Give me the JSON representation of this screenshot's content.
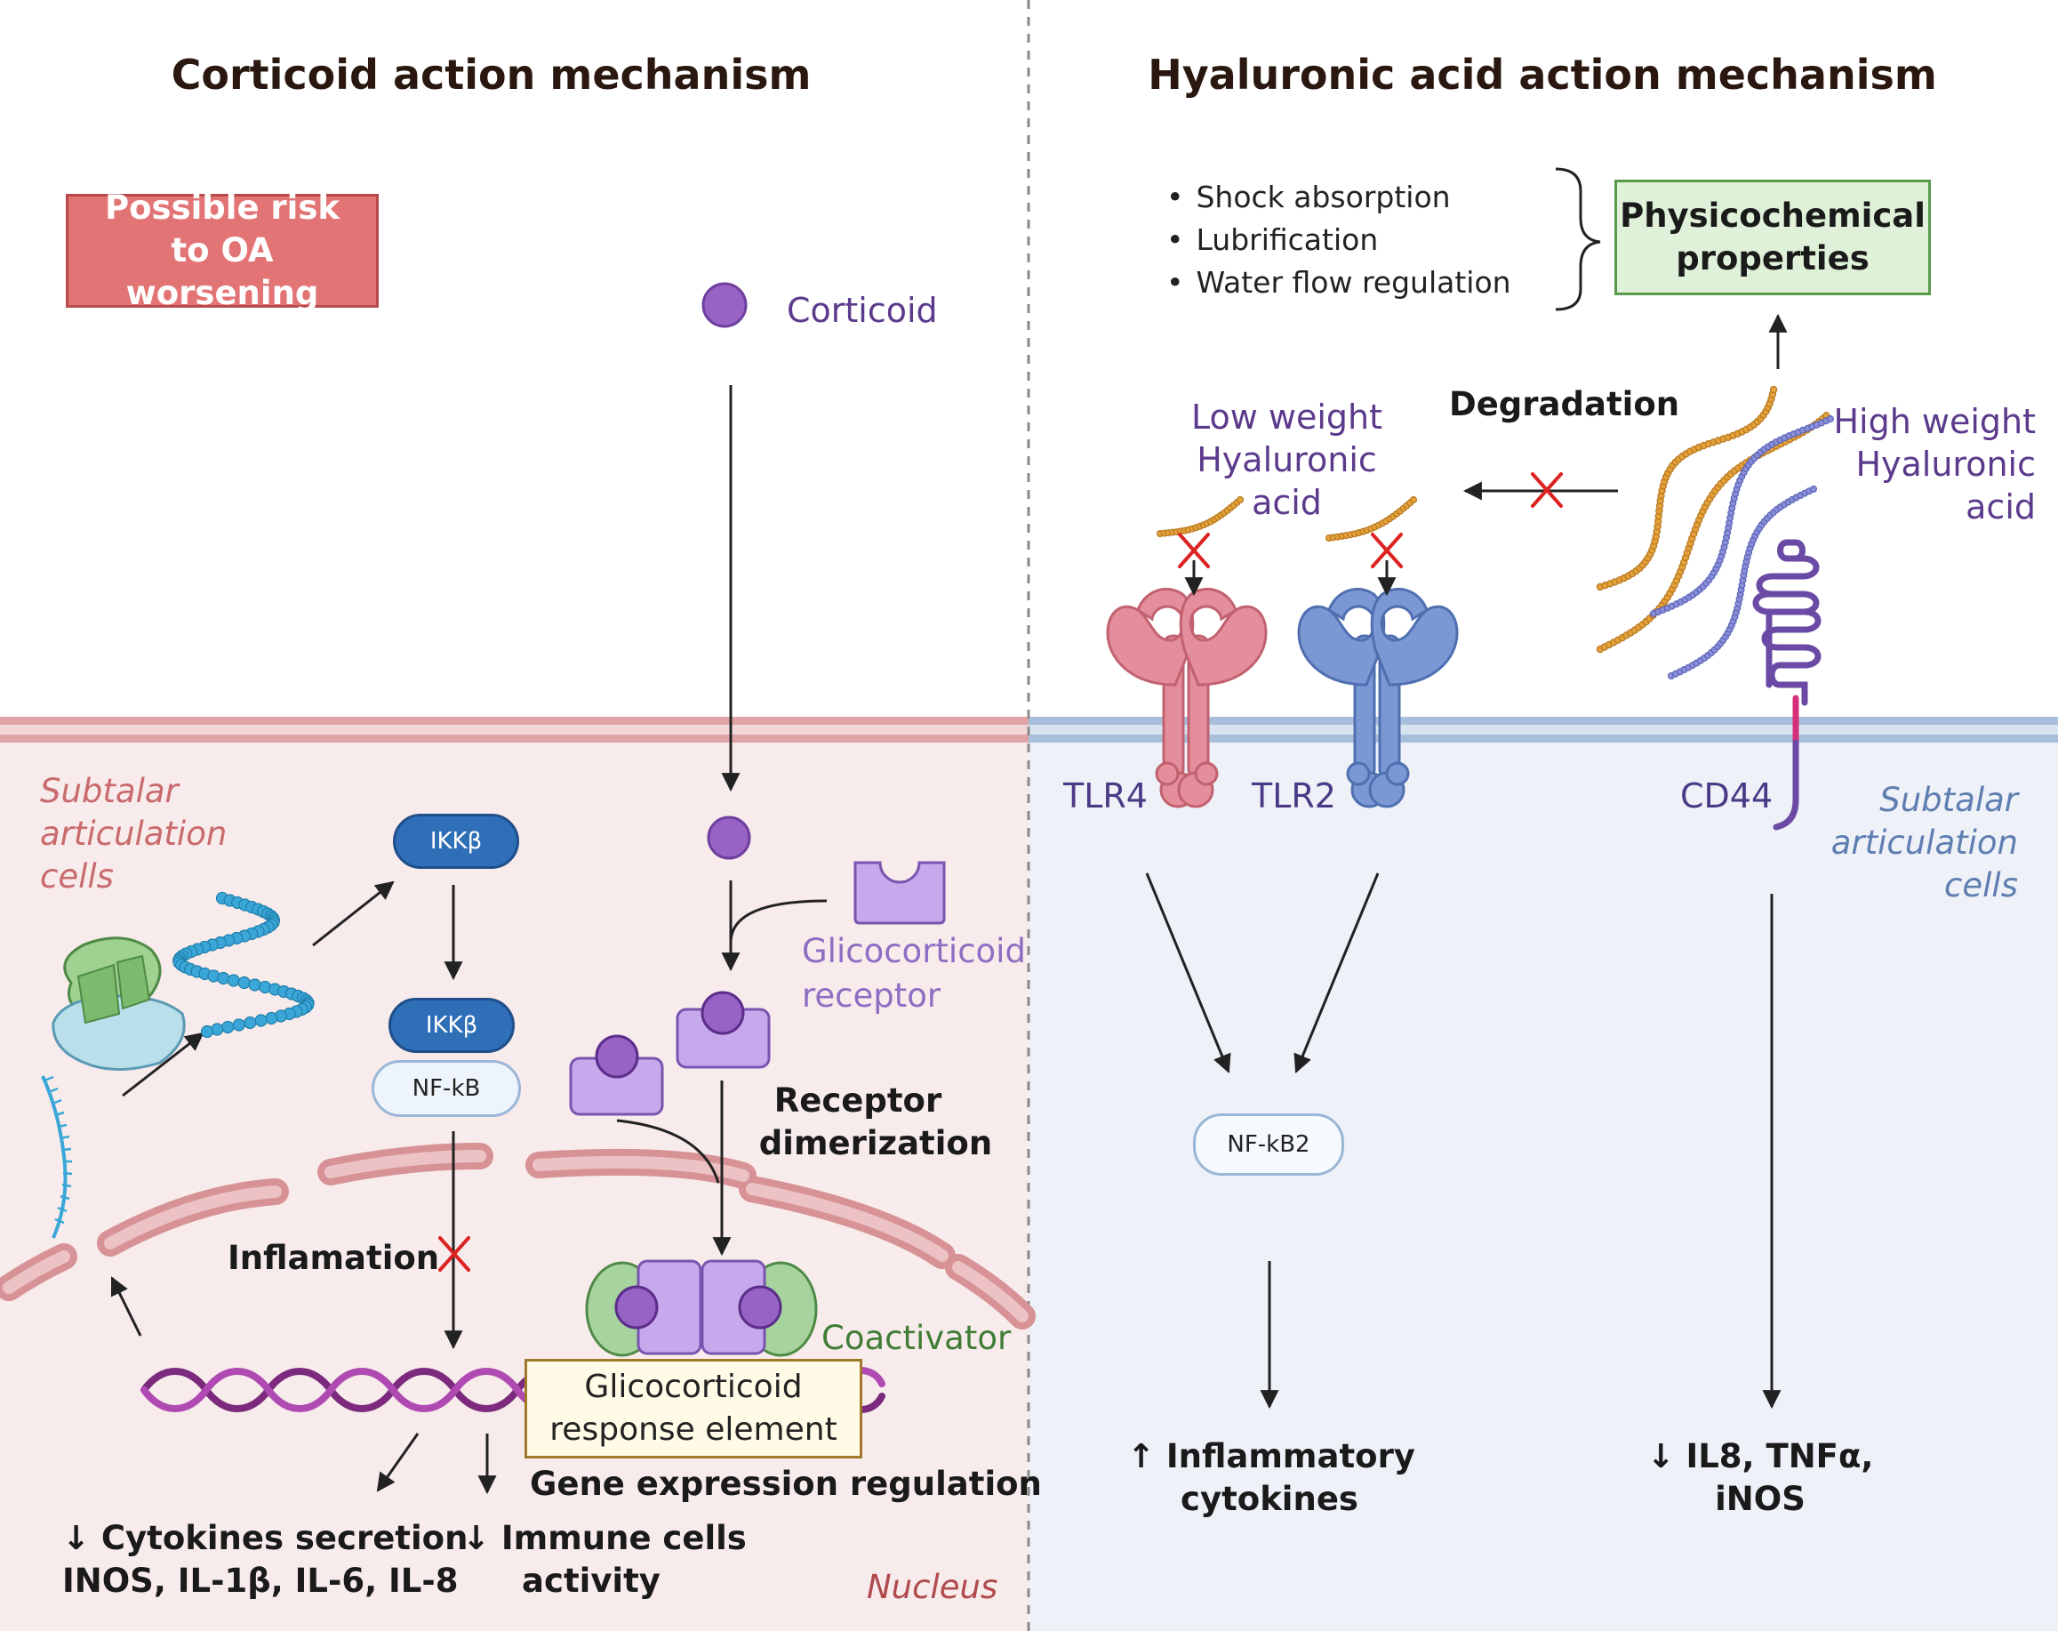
{
  "left": {
    "title": "Corticoid action mechanism",
    "risk_box": "Possible risk to OA worsening",
    "corticoid_label": "Corticoid",
    "cells_label": [
      "Subtalar",
      "articulation",
      "cells"
    ],
    "ikkb_label": "IKKβ",
    "ikkb_complex_label": "IKKβ",
    "nfkb_label": "NF-kB",
    "receptor_label": [
      "Glicocorticoid",
      "receptor"
    ],
    "dimerization_label": [
      "Receptor",
      "dimerization"
    ],
    "inflamation_label": "Inflamation",
    "coactivator_label": "Coactivator",
    "gre_label": [
      "Glicocorticoid",
      "response element"
    ],
    "gene_expression_label": "Gene expression regulation",
    "cytokines_label": [
      "↓ Cytokines secretion",
      "INOS, IL-1β, IL-6, IL-8"
    ],
    "immune_label": [
      "↓ Immune cells",
      "activity"
    ],
    "nucleus_label": "Nucleus"
  },
  "right": {
    "title": "Hyaluronic acid action mechanism",
    "properties": [
      "Shock absorption",
      "Lubrification",
      "Water flow regulation"
    ],
    "physchem_box": [
      "Physicochemical",
      "properties"
    ],
    "degradation_label": "Degradation",
    "low_weight_label": [
      "Low weight",
      "Hyaluronic",
      "acid"
    ],
    "high_weight_label": [
      "High weight",
      "Hyaluronic",
      "acid"
    ],
    "tlr4_label": "TLR4",
    "tlr2_label": "TLR2",
    "cd44_label": "CD44",
    "cells_label": [
      "Subtalar",
      "articulation",
      "cells"
    ],
    "nfkb2_label": "NF-kB2",
    "inflammatory_label": [
      "↑ Inflammatory",
      "cytokines"
    ],
    "il8_label": [
      "↓ IL8, TNFα,",
      "iNOS"
    ]
  },
  "colors": {
    "left_cell_bg": "#f8ebec",
    "right_cell_bg": "#eef2f8",
    "risk_fill": "#e27475",
    "physchem_fill": "#dff1d8",
    "purple_text": "#5b3a8c",
    "pink_text": "#c96a6d",
    "blue_text": "#5e7db0",
    "tlr4": "#e48e9b",
    "tlr2": "#7b98d4",
    "ikk": "#2f6fb8",
    "receptor": "#c7a8ec",
    "inhibit_x": "#dd2222"
  },
  "icons": [
    "corticoid-molecule-icon",
    "glucocorticoid-receptor-icon",
    "ribosome-icon",
    "mrna-icon",
    "protein-chain-icon",
    "dna-helix-icon",
    "tlr4-receptor-icon",
    "tlr2-receptor-icon",
    "cd44-receptor-icon",
    "hyaluronic-chain-icon",
    "inhibition-x-icon",
    "brace-icon"
  ]
}
